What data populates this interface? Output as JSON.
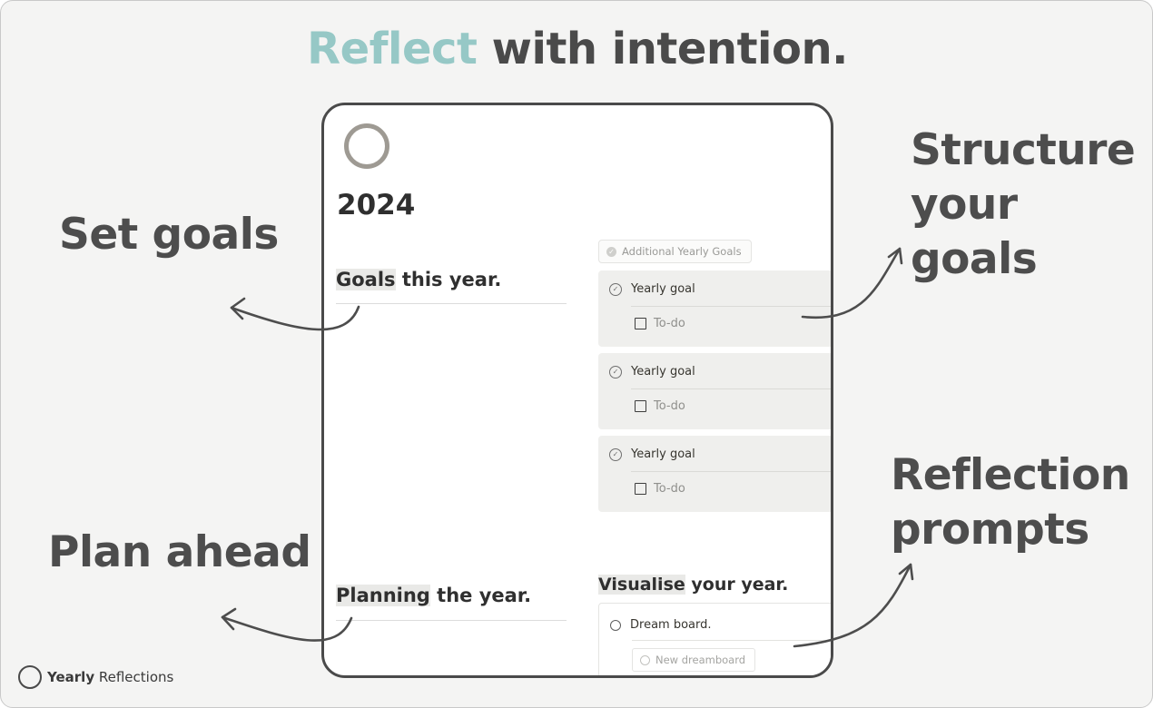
{
  "headline": {
    "accent": "Reflect",
    "rest": " with intention."
  },
  "callouts": {
    "set_goals": [
      "Set goals"
    ],
    "plan_ahead": [
      "Plan ahead"
    ],
    "structure": [
      "Structure",
      "your goals"
    ],
    "reflection": [
      "Reflection",
      "prompts"
    ]
  },
  "page": {
    "title": "2024",
    "goals_heading": {
      "highlight": "Goals",
      "rest": " this year."
    },
    "planning_heading": {
      "highlight": "Planning",
      "rest": " the year."
    },
    "visualise_heading": {
      "highlight": "Visualise",
      "rest": " your year."
    },
    "tag_label": "Additional Yearly Goals",
    "goal_cards": [
      {
        "goal": "Yearly goal",
        "todo": "To-do"
      },
      {
        "goal": "Yearly goal",
        "todo": "To-do"
      },
      {
        "goal": "Yearly goal",
        "todo": "To-do"
      }
    ],
    "dream_board": "Dream board.",
    "new_dreamboard": "New dreamboard"
  },
  "brand": {
    "bold": "Yearly",
    "rest": " Reflections"
  },
  "colors": {
    "accent": "#96c8c6",
    "text": "#4a4a4a",
    "card": "#efefed",
    "frame": "#f4f4f3"
  }
}
